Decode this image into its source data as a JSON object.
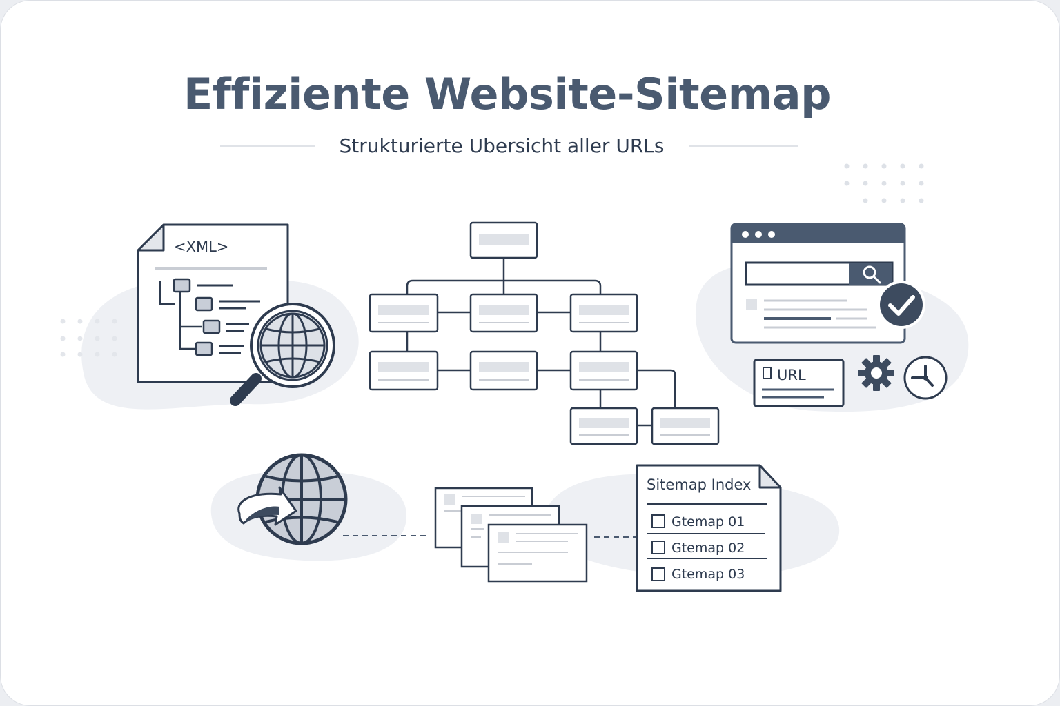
{
  "header": {
    "title": "Effiziente Website-Sitemap",
    "subtitle": "Strukturierte Ubersicht aller URLs"
  },
  "xml_document": {
    "tag_label": "<XML>",
    "icons": [
      "document-icon",
      "magnifier-icon",
      "globe-icon"
    ]
  },
  "browser": {
    "url_card_label": "URL",
    "icons": [
      "search-icon",
      "checkmark-icon",
      "gear-icon",
      "clock-icon"
    ]
  },
  "sitemap_index": {
    "title": "Sitemap Index",
    "items": [
      "Gtemap 01",
      "Gtemap 02",
      "Gtemap 03"
    ]
  },
  "colors": {
    "primary_dark": "#2e3b4f",
    "slate": "#4a5a70",
    "blob": "#eef0f4",
    "placeholder": "#dfe2e7"
  }
}
